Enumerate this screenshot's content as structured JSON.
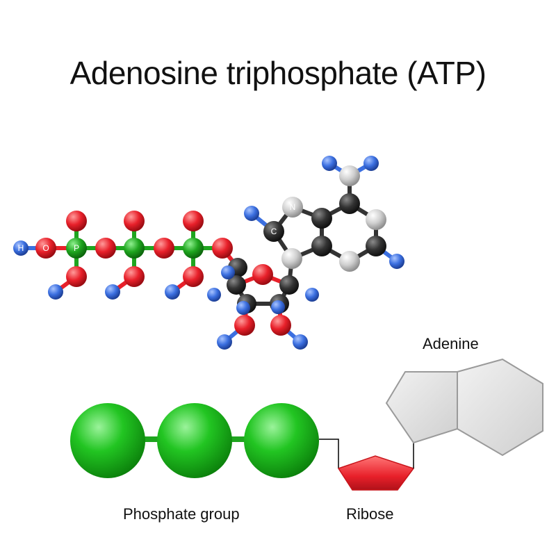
{
  "title": "Adenosine triphosphate (ATP)",
  "labels": {
    "adenine": "Adenine",
    "phosphate": "Phosphate group",
    "ribose": "Ribose"
  },
  "atom_labels": {
    "hydrogen": "H",
    "oxygen": "O",
    "phosphorus": "P",
    "nitrogen": "N",
    "carbon": "C"
  },
  "colors": {
    "oxygen": "#e8202a",
    "hydrogen": "#3b6fe0",
    "carbon": "#333333",
    "nitrogen": "#cfcfcf",
    "phosphorus": "#1fa51f",
    "phosphate_sphere": "#22c522",
    "ribose": "#e8202a",
    "adenine": "#d9d9d9"
  }
}
